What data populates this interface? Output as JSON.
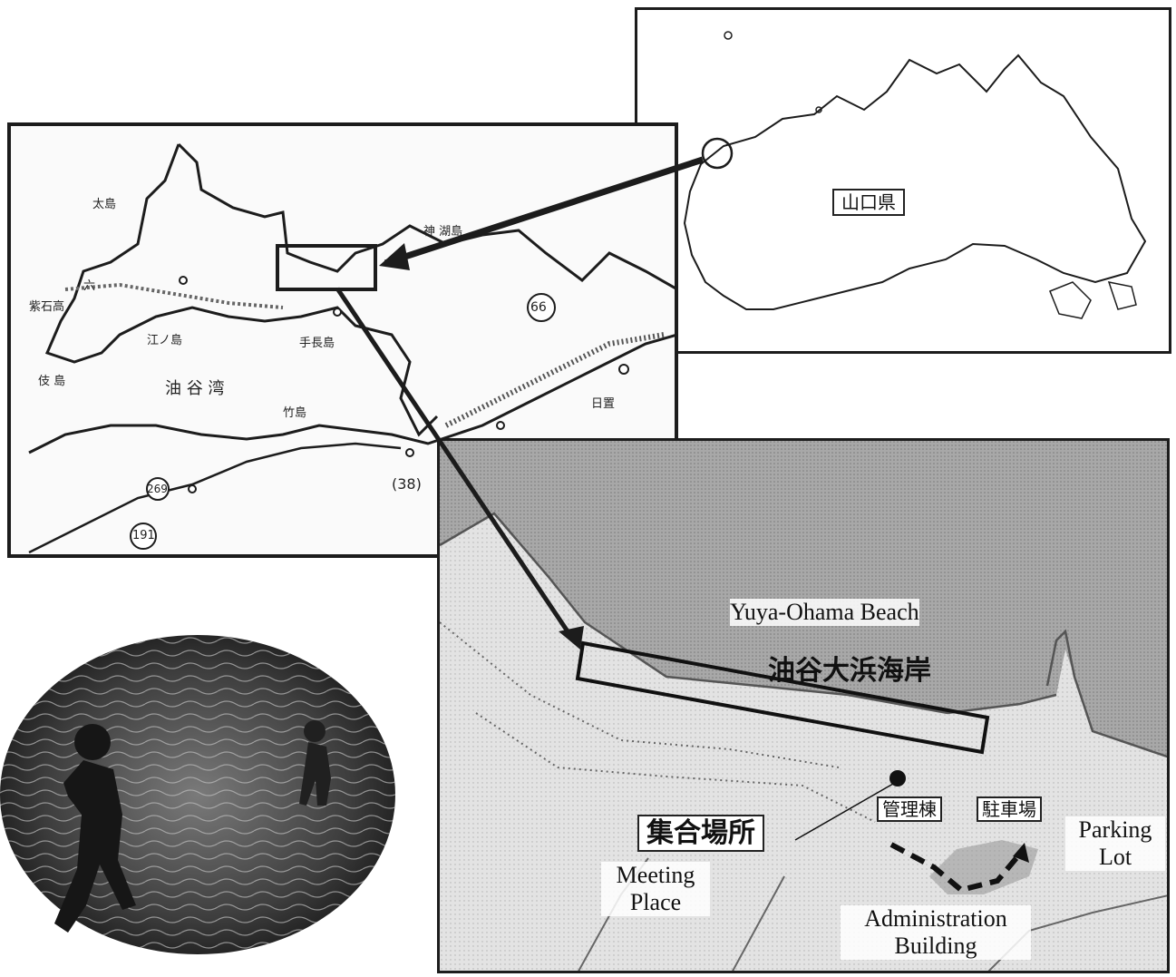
{
  "prefecture_map": {
    "label": "山口県"
  },
  "regional_map": {
    "place_labels": [
      "太島",
      "神 湖島",
      "六",
      "紫石高",
      "江ノ島",
      "手長島",
      "油 谷 湾",
      "竹島",
      "伎 島",
      "日置"
    ],
    "route_labels": [
      "66",
      "191",
      "(38)",
      "269"
    ]
  },
  "detail_map": {
    "beach_en": "Yuya-Ohama Beach",
    "beach_jp": "油谷大浜海岸",
    "meeting_jp": "集合場所",
    "meeting_en": "Meeting Place",
    "admin_jp": "管理棟",
    "admin_en": "Administration Building",
    "parking_jp": "駐車場",
    "parking_en": "Parking Lot"
  },
  "colors": {
    "line": "#1c1c1c",
    "sea_dark": "#9a9a9a",
    "land_light": "#e4e4e4"
  }
}
